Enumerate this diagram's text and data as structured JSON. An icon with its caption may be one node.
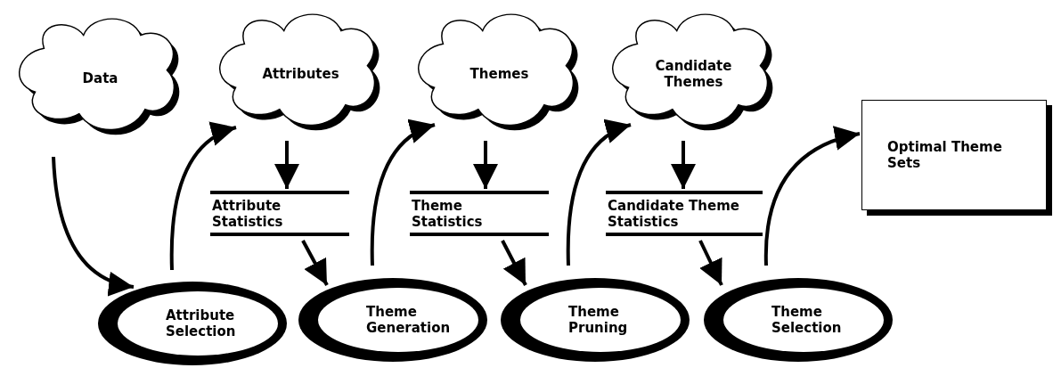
{
  "diagram": {
    "nodes": [
      {
        "text": [
          "Data"
        ]
      },
      {
        "text": [
          "Attributes"
        ]
      },
      {
        "text": [
          "Themes"
        ]
      },
      {
        "text": [
          "Candidate Themes"
        ]
      },
      {
        "text": [
          "Optimal Theme Sets"
        ]
      },
      {
        "text": [
          "Attribute Statistics"
        ]
      },
      {
        "text": [
          "Theme Statistics"
        ]
      },
      {
        "text": [
          "Candidate Theme Statistics"
        ]
      },
      {
        "text": [
          "Attribute Selection"
        ]
      },
      {
        "text": [
          "Theme Generation"
        ]
      },
      {
        "text": [
          "Theme Pruning"
        ]
      },
      {
        "text": [
          "Theme Selection"
        ]
      }
    ],
    "edges": [
      {
        "from": 0,
        "to": 8,
        "arrow": "to"
      },
      {
        "from": 8,
        "to": 1,
        "arrow": "to"
      },
      {
        "from": 1,
        "to": 5,
        "arrow": "to"
      },
      {
        "from": 5,
        "to": 9,
        "arrow": "to"
      },
      {
        "from": 9,
        "to": 2,
        "arrow": "to"
      },
      {
        "from": 2,
        "to": 6,
        "arrow": "to"
      },
      {
        "from": 6,
        "to": 10,
        "arrow": "to"
      },
      {
        "from": 10,
        "to": 3,
        "arrow": "to"
      },
      {
        "from": 3,
        "to": 7,
        "arrow": "to"
      },
      {
        "from": 7,
        "to": 11,
        "arrow": "to"
      },
      {
        "from": 11,
        "to": 4,
        "arrow": "to"
      }
    ]
  }
}
